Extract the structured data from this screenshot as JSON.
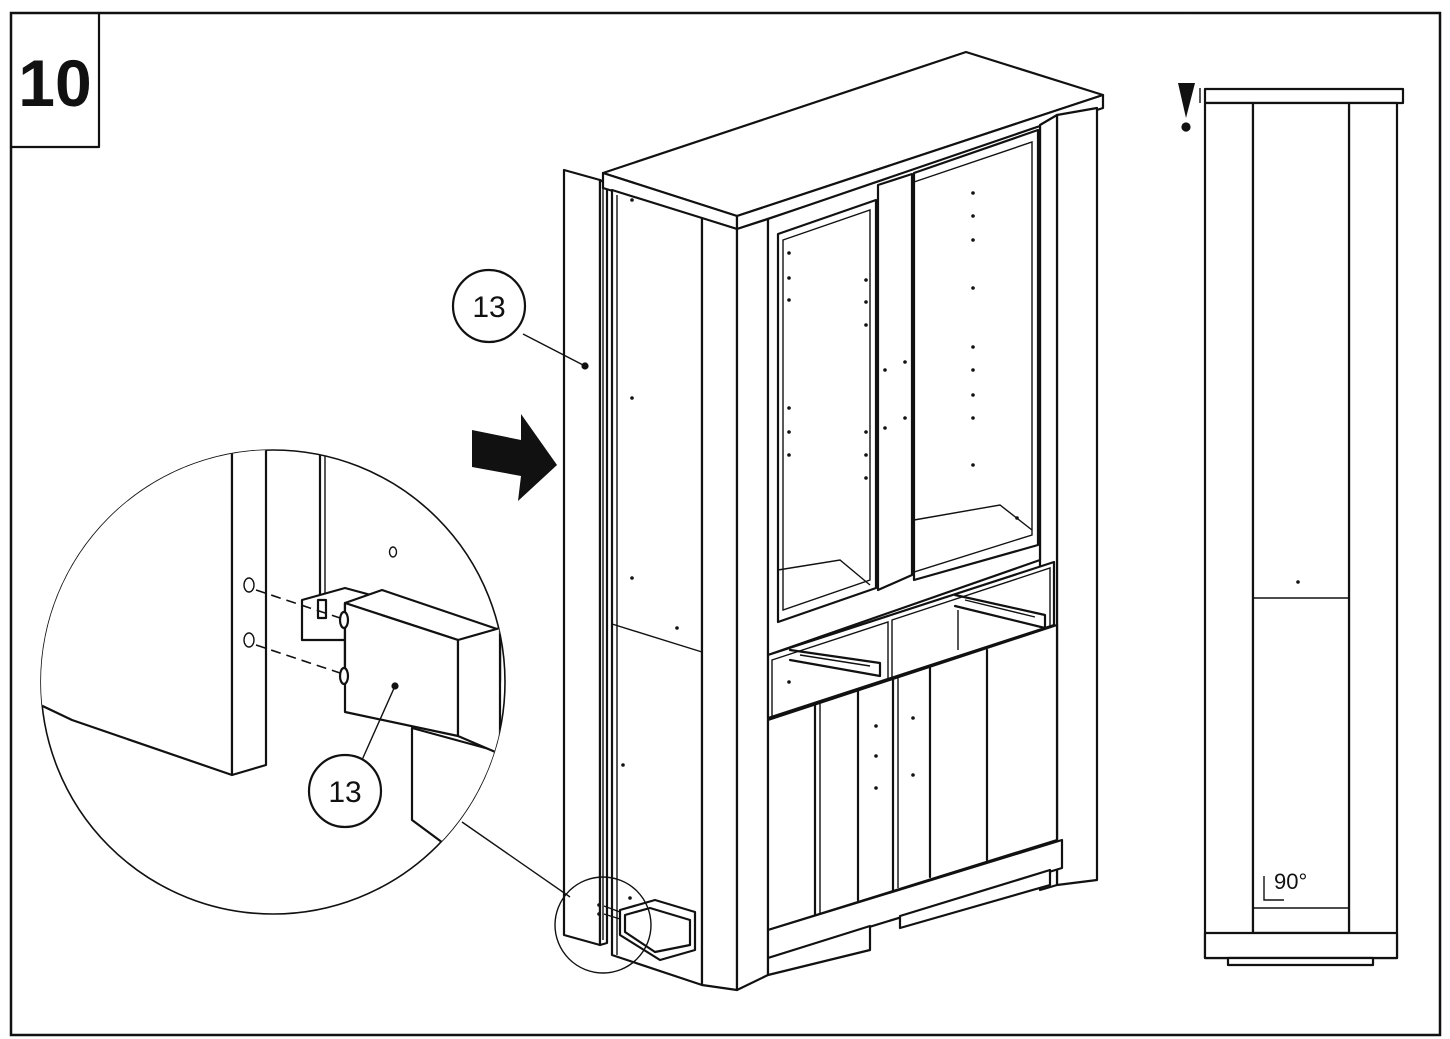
{
  "step": {
    "number": "10"
  },
  "callouts": {
    "part_main": "13",
    "part_detail": "13"
  },
  "side_view": {
    "warning_symbol": "!",
    "angle_label": "90°"
  },
  "icons": {
    "direction_arrow": "arrow-right-icon",
    "warning": "exclamation-icon"
  },
  "colors": {
    "line": "#111111",
    "background": "#ffffff"
  }
}
